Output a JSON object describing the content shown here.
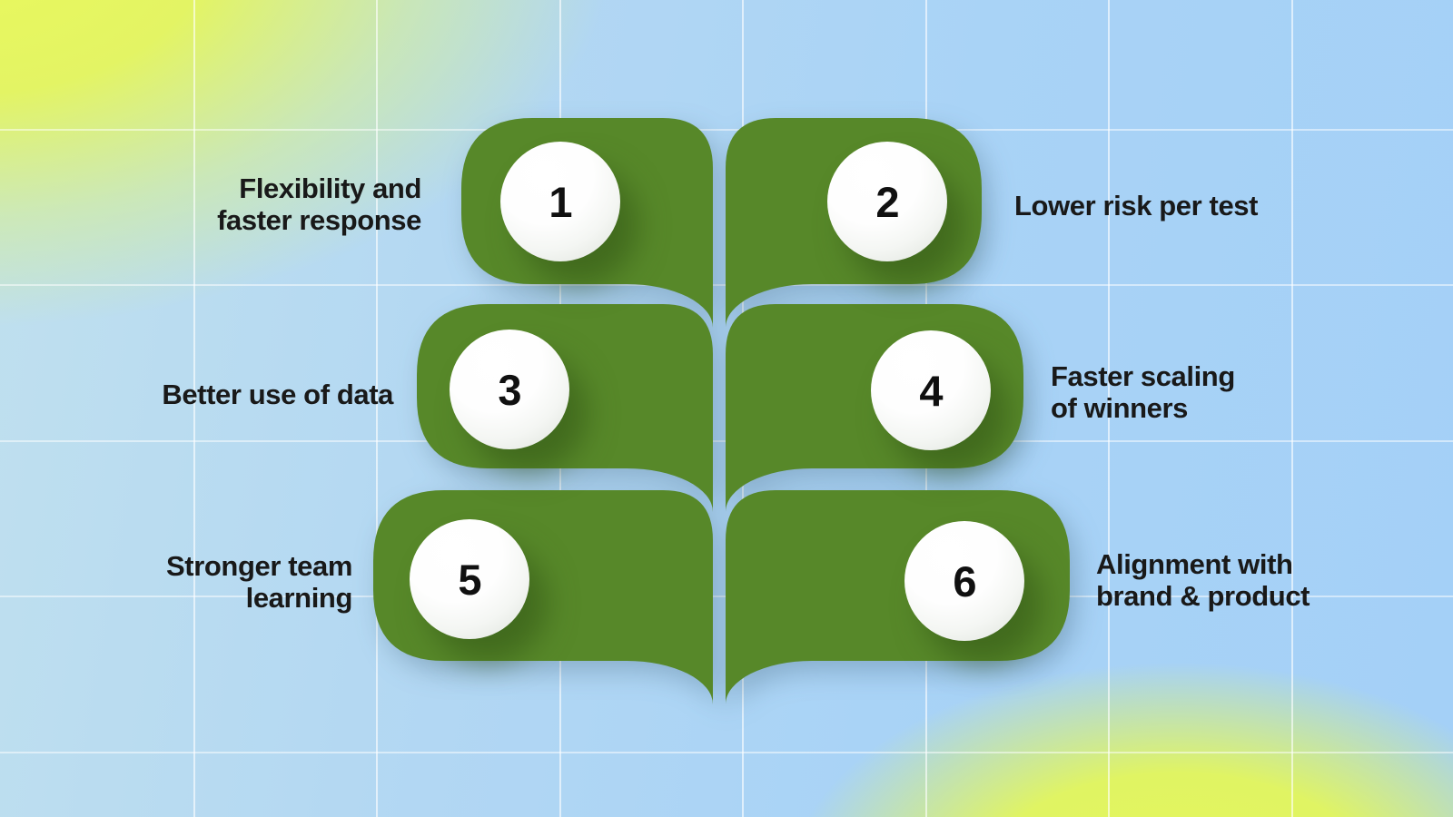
{
  "title": "Six benefits infographic (leaf diagram)",
  "items": [
    {
      "number": "1",
      "label": "Flexibility and\nfaster response",
      "side": "left"
    },
    {
      "number": "2",
      "label": "Lower risk per test",
      "side": "right"
    },
    {
      "number": "3",
      "label": "Better use of data",
      "side": "left"
    },
    {
      "number": "4",
      "label": "Faster scaling\nof winners",
      "side": "right"
    },
    {
      "number": "5",
      "label": "Stronger team\nlearning",
      "side": "left"
    },
    {
      "number": "6",
      "label": "Alignment with\nbrand & product",
      "side": "right"
    }
  ],
  "colors": {
    "leaf_green": "#578829",
    "circle_fill": "#ffffff",
    "text": "#191919",
    "background_yellow": "#eaf95c",
    "background_blue": "#a9d3f6",
    "grid_line": "#ffffff"
  }
}
